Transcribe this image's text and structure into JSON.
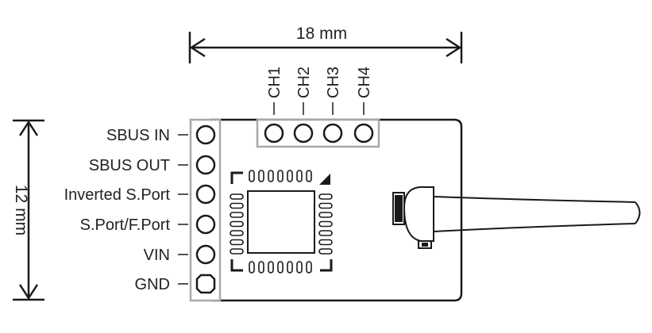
{
  "dimensions": {
    "width_label": "18 mm",
    "height_label": "12 mm"
  },
  "side_pins": [
    {
      "label": "SBUS IN"
    },
    {
      "label": "SBUS OUT"
    },
    {
      "label": "Inverted S.Port"
    },
    {
      "label": "S.Port/F.Port"
    },
    {
      "label": "VIN"
    },
    {
      "label": "GND"
    }
  ],
  "top_pins": [
    {
      "label": "CH1"
    },
    {
      "label": "CH2"
    },
    {
      "label": "CH3"
    },
    {
      "label": "CH4"
    }
  ],
  "colors": {
    "outline": "#1a1a1a",
    "header_frame": "#a8a8a8",
    "text": "#222222"
  }
}
